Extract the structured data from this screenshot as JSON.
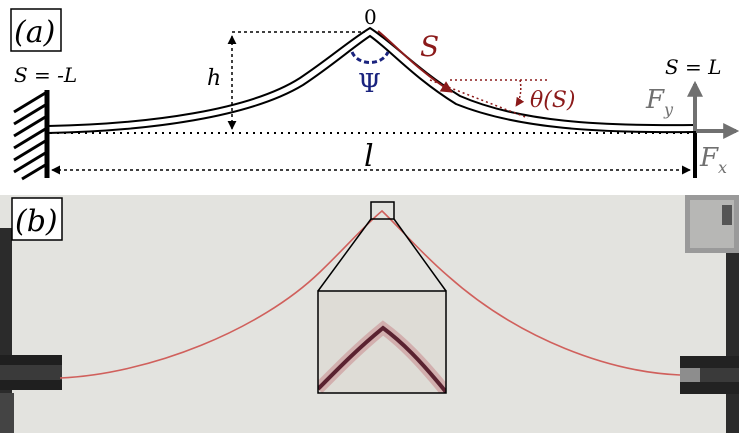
{
  "panel_a": {
    "label": "(a)",
    "origin_label": "0",
    "s_label": "S",
    "left_end_label": "S = -L",
    "right_end_label": "S = L",
    "h_label": "h",
    "psi_label": "Ψ",
    "theta_label": "θ(S)",
    "l_label": "l",
    "fy_label": "F",
    "fy_sub": "y",
    "fx_label": "F",
    "fx_sub": "x",
    "colors": {
      "rod": "#000000",
      "arc_s": "#8b1a1a",
      "psi": "#1a237e",
      "force": "#707070"
    }
  },
  "panel_b": {
    "label": "(b)",
    "colors": {
      "background": "#e8e8e6",
      "rod": "#d0605c"
    }
  }
}
